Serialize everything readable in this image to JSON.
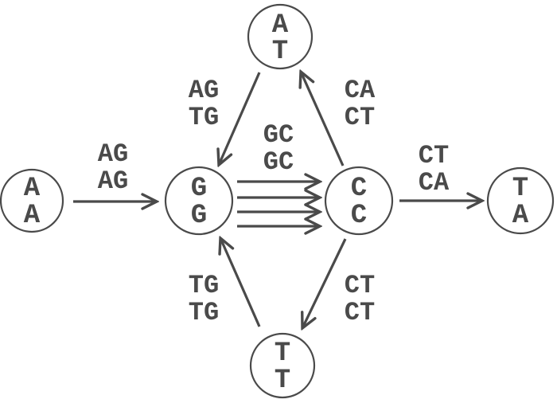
{
  "nodes": {
    "aa": {
      "top": "A",
      "bottom": "A"
    },
    "gg": {
      "top": "G",
      "bottom": "G"
    },
    "cc": {
      "top": "C",
      "bottom": "C"
    },
    "ta": {
      "top": "T",
      "bottom": "A"
    },
    "at": {
      "top": "A",
      "bottom": "T"
    },
    "tt": {
      "top": "T",
      "bottom": "T"
    }
  },
  "edges": {
    "aa_gg": {
      "top": "AG",
      "bottom": "AG"
    },
    "gg_cc": {
      "top": "GC",
      "bottom": "GC"
    },
    "cc_ta": {
      "top": "CT",
      "bottom": "CA"
    },
    "at_gg": {
      "top": "AG",
      "bottom": "TG"
    },
    "cc_at": {
      "top": "CA",
      "bottom": "CT"
    },
    "tt_gg": {
      "top": "TG",
      "bottom": "TG"
    },
    "cc_tt": {
      "top": "CT",
      "bottom": "CT"
    }
  },
  "colors": {
    "ink": "#4a4a4a",
    "background": "#ffffff"
  }
}
